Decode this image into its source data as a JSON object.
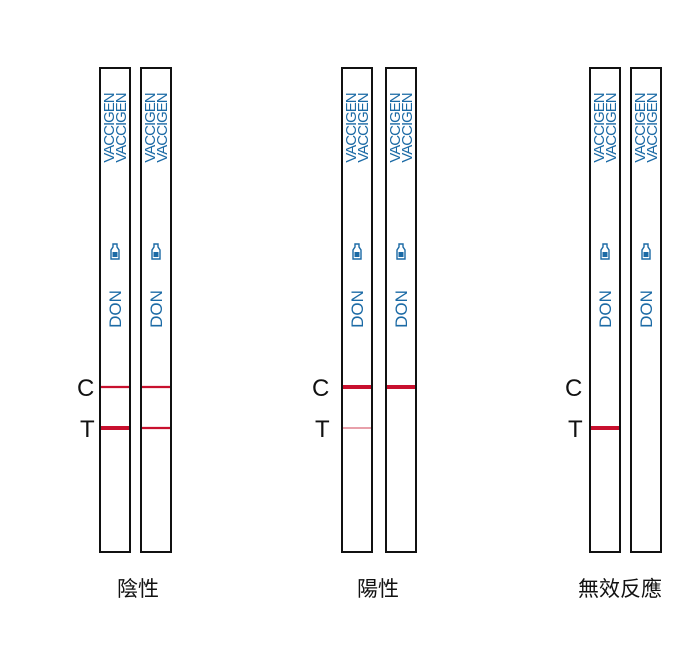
{
  "brand": "VACCIGEN",
  "analyte": "DON",
  "control_label": "C",
  "test_label": "T",
  "line_color": "#c8102e",
  "faint_line_color": "#e8a0aa",
  "text_color": "#1b6aa5",
  "groups": [
    {
      "result_label": "陰性",
      "strips": [
        {
          "c_line": "medium",
          "t_line": "strong"
        },
        {
          "c_line": "medium",
          "t_line": "medium"
        }
      ]
    },
    {
      "result_label": "陽性",
      "strips": [
        {
          "c_line": "strong",
          "t_line": "faint"
        },
        {
          "c_line": "strong",
          "t_line": "none"
        }
      ]
    },
    {
      "result_label": "無效反應",
      "strips": [
        {
          "c_line": "none",
          "t_line": "strong"
        },
        {
          "c_line": "none",
          "t_line": "none"
        }
      ]
    }
  ]
}
